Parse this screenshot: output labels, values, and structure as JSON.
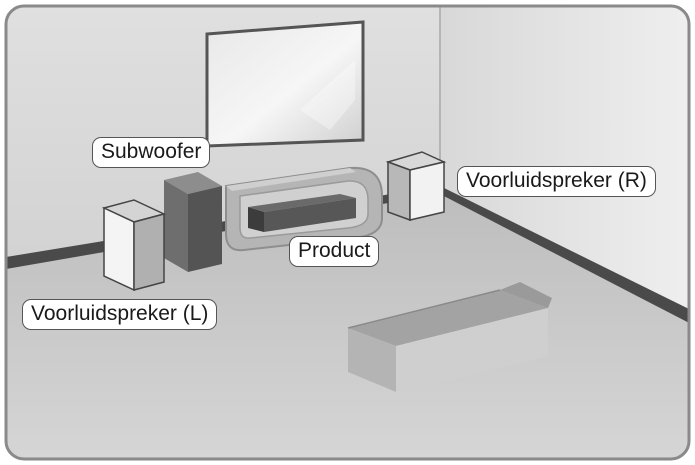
{
  "labels": {
    "subwoofer": "Subwoofer",
    "front_right": "Voorluidspreker (R)",
    "product": "Product",
    "front_left": "Voorluidspreker (L)"
  },
  "colors": {
    "back_wall": "#d0d0d0",
    "right_wall": "#e2e2e2",
    "floor": "#c6c6c6",
    "baseboard": "#4a4a4a",
    "frame": "#8a8a8a"
  }
}
